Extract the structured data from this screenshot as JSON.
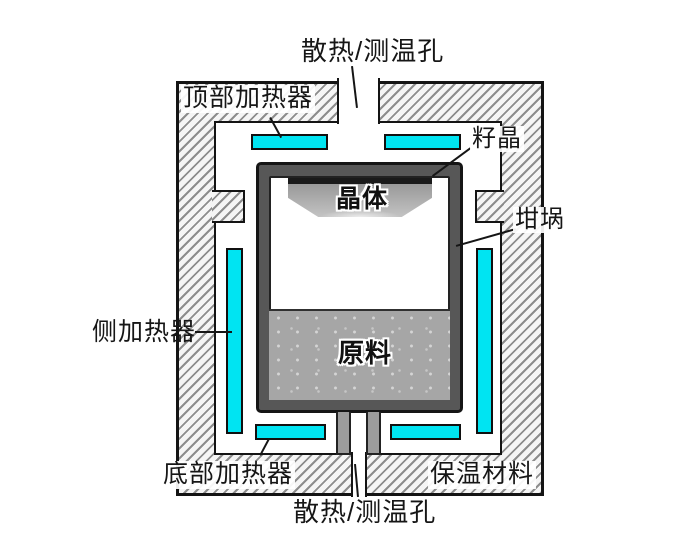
{
  "diagram": {
    "labels": {
      "top_hole": "散热/测温孔",
      "top_heater": "顶部加热器",
      "seed": "籽晶",
      "crystal": "晶体",
      "crucible": "坩埚",
      "side_heater": "侧加热器",
      "material": "原料",
      "bottom_heater": "底部加热器",
      "insulation": "保温材料",
      "bottom_hole": "散热/测温孔"
    },
    "colors": {
      "heater": "#00e4f2",
      "crucible_wall": "#575757",
      "seed_strip": "#1a1a1a",
      "crystal_gray": "#b5b5b5",
      "raw_material": "#a6a6a6",
      "hatch_line": "#8d8d8d",
      "outline": "#141414",
      "background": "#ffffff"
    }
  }
}
